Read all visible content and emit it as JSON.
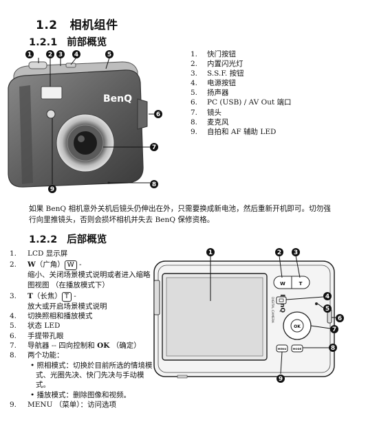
{
  "section": {
    "number": "1.2",
    "title": "相机组件"
  },
  "front": {
    "number": "1.2.1",
    "title": "前部概览",
    "items": [
      {
        "n": "1.",
        "text": "快门按钮"
      },
      {
        "n": "2.",
        "text": "内置闪光灯"
      },
      {
        "n": "3.",
        "text": "S.S.F. 按钮"
      },
      {
        "n": "4.",
        "text": "电源按钮"
      },
      {
        "n": "5.",
        "text": "扬声器"
      },
      {
        "n": "6.",
        "text": "PC (USB) / AV Out 端口"
      },
      {
        "n": "7.",
        "text": "镜头"
      },
      {
        "n": "8.",
        "text": "麦克风"
      },
      {
        "n": "9.",
        "text": "自拍和 AF 辅助 LED"
      }
    ],
    "callouts": [
      "1",
      "2",
      "3",
      "4",
      "5",
      "6",
      "7",
      "8",
      "9"
    ],
    "brand": "BenQ"
  },
  "note": "如果 BenQ 相机意外关机后镜头仍伸出在外，只需要换成新电池，然后重新开机即可。切勿强行向里推镜头，否则会损坏相机并失去 BenQ 保修资格。",
  "rear": {
    "number": "1.2.2",
    "title": "后部概览",
    "items": {
      "i1": {
        "n": "1.",
        "text": "LCD 显示屏"
      },
      "i2": {
        "n": "2.",
        "key": "W",
        "paren": "（广角）",
        "key_icon": "W",
        "dash": " -",
        "desc": "缩小、关闭场景模式说明或者进入缩略图视图 （在播放模式下）"
      },
      "i3": {
        "n": "3.",
        "key": "T",
        "paren": "（长焦）",
        "key_icon": "T",
        "dash": " -",
        "desc": "放大或开启场景模式说明"
      },
      "i4": {
        "n": "4.",
        "text": "切换照相和播放模式"
      },
      "i5": {
        "n": "5.",
        "text": "状态 LED"
      },
      "i6": {
        "n": "6.",
        "text": "手提带孔眼"
      },
      "i7": {
        "n": "7.",
        "pre": "导航器 -- 四向控制和 ",
        "bold": "OK",
        "post": " （确定）"
      },
      "i8": {
        "n": "8.",
        "text": "两个功能：",
        "b1": "• 照相模式：切换於目前所选的情境模式、光圈先决、快门先决与手动模式。",
        "b2": "• 播放模式：删除图像和视频。"
      },
      "i9": {
        "n": "9.",
        "text": "MENU （菜单）：访问选项"
      }
    },
    "callouts": [
      "1",
      "2",
      "3",
      "4",
      "5",
      "6",
      "7",
      "8",
      "9"
    ],
    "brand": "BenQ",
    "lcd_brand": "DIGITAL CAMERA",
    "btn_w": "W",
    "btn_t": "T",
    "btn_ok": "OK",
    "btn_menu": "MENU",
    "btn_mode": "MODE"
  }
}
